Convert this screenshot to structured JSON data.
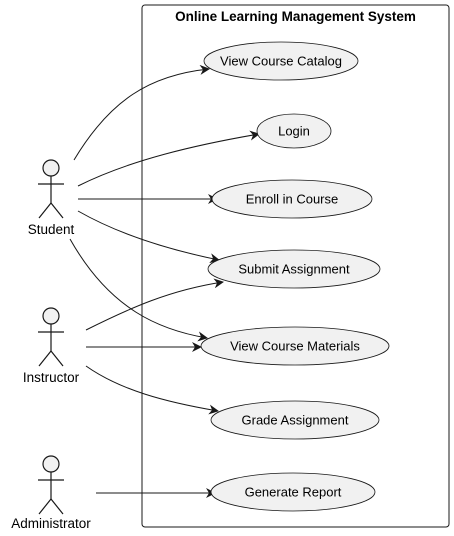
{
  "diagram": {
    "type": "use-case",
    "system": {
      "title": "Online Learning Management System"
    },
    "actors": [
      {
        "id": "student",
        "label": "Student"
      },
      {
        "id": "instructor",
        "label": "Instructor"
      },
      {
        "id": "administrator",
        "label": "Administrator"
      }
    ],
    "use_cases": [
      {
        "id": "view-catalog",
        "label": "View Course Catalog"
      },
      {
        "id": "login",
        "label": "Login"
      },
      {
        "id": "enroll",
        "label": "Enroll in Course"
      },
      {
        "id": "submit",
        "label": "Submit Assignment"
      },
      {
        "id": "materials",
        "label": "View Course Materials"
      },
      {
        "id": "grade",
        "label": "Grade Assignment"
      },
      {
        "id": "report",
        "label": "Generate Report"
      }
    ],
    "associations": [
      {
        "from": "student",
        "to": "view-catalog"
      },
      {
        "from": "student",
        "to": "login"
      },
      {
        "from": "student",
        "to": "enroll"
      },
      {
        "from": "student",
        "to": "submit"
      },
      {
        "from": "student",
        "to": "materials"
      },
      {
        "from": "instructor",
        "to": "submit"
      },
      {
        "from": "instructor",
        "to": "materials"
      },
      {
        "from": "instructor",
        "to": "grade"
      },
      {
        "from": "administrator",
        "to": "report"
      }
    ],
    "colors": {
      "fill": "#f1f1f1",
      "stroke": "#181818",
      "background": "#ffffff"
    }
  }
}
